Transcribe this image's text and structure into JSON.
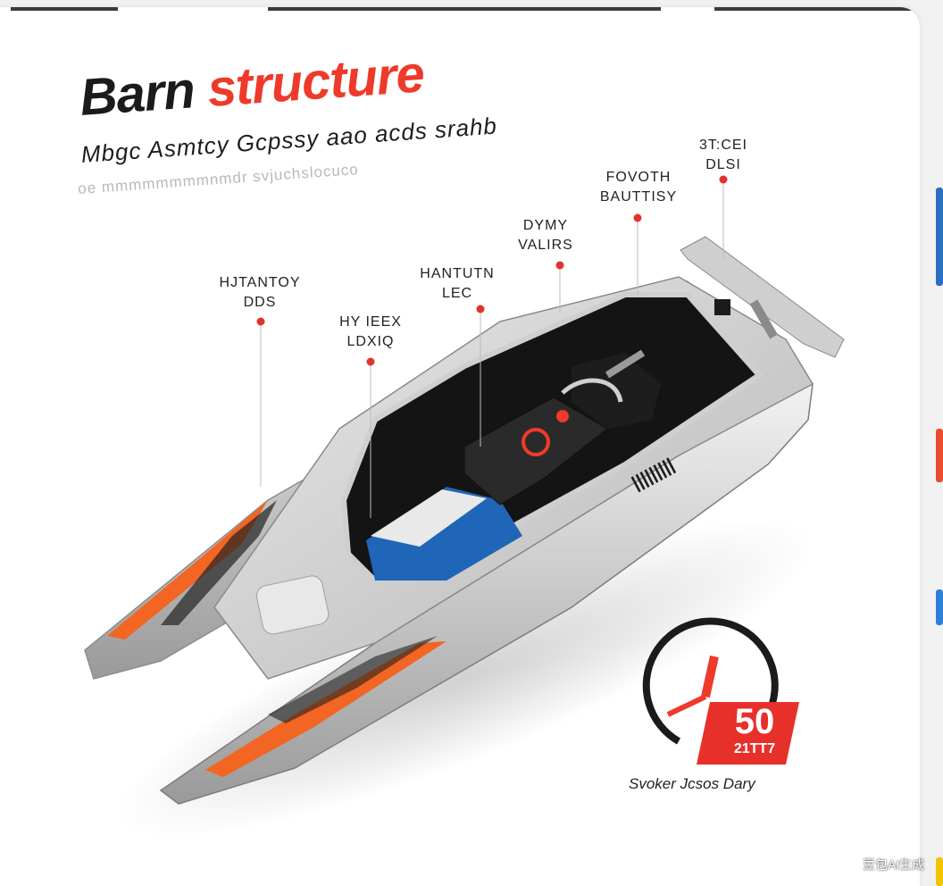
{
  "heading": {
    "word1": "Barn",
    "word2": "structure",
    "subtitle": "Mbgc Asmtcy Gcpssy aao acds srahb",
    "subline": "oe mmmmmmmmnmdr svjuchslocuco"
  },
  "callouts": [
    {
      "id": "c1",
      "text": "HJTANTOY\nDDS"
    },
    {
      "id": "c2",
      "text": "HY IEEX\nLDXIQ"
    },
    {
      "id": "c3",
      "text": "HANTUTN\nLEC"
    },
    {
      "id": "c4",
      "text": "DYMY\nVALIRS"
    },
    {
      "id": "c5",
      "text": "FOVOTH\nBAUTTISY"
    },
    {
      "id": "c6",
      "text": "3T:CEI\nDLSI"
    }
  ],
  "speed_badge": {
    "value": "50",
    "unit": "21TT7",
    "caption": "Svoker Jcsos Dary"
  },
  "watermark": "豆包AI生成",
  "colors": {
    "accent": "#ee3a2a",
    "orange": "#f26522",
    "hull": "#c9c9c9",
    "dark": "#1b1b1b"
  }
}
